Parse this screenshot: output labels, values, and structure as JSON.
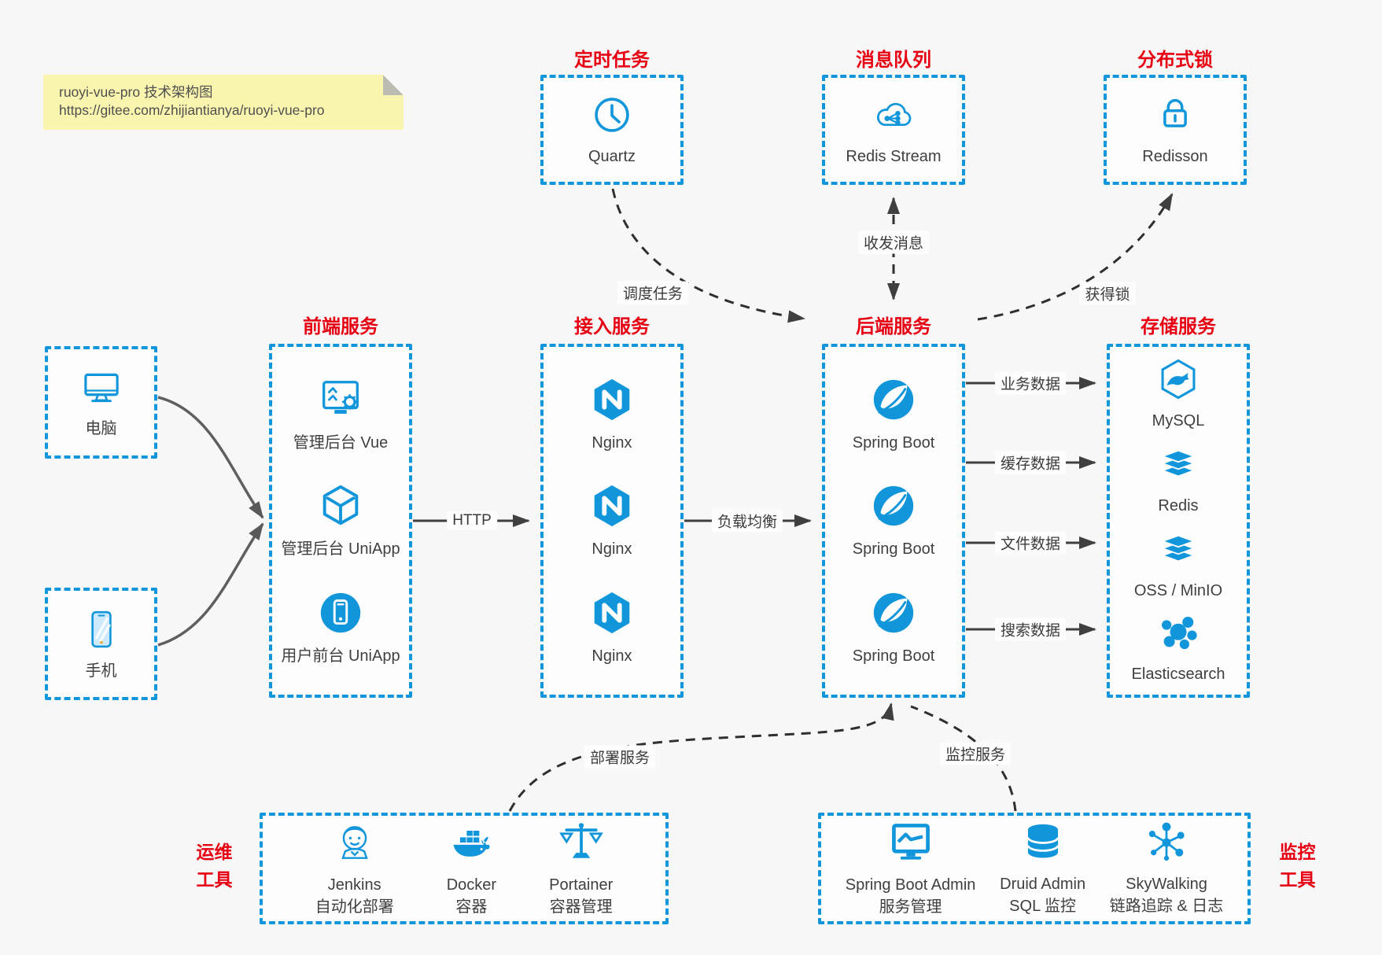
{
  "note": {
    "line1": "ruoyi-vue-pro 技术架构图",
    "line2": "https://gitee.com/zhijiantianya/ruoyi-vue-pro"
  },
  "colors": {
    "accent_blue": "#1296db",
    "title_red": "#e60012",
    "arrow_dark": "#3f3f3f",
    "note_yellow": "#faf5ae",
    "background": "#f7f7f8"
  },
  "top": [
    {
      "title": "定时任务",
      "items": [
        {
          "label": "Quartz",
          "icon": "clock-icon"
        }
      ]
    },
    {
      "title": "消息队列",
      "items": [
        {
          "label": "Redis Stream",
          "icon": "cloud-stream-icon"
        }
      ]
    },
    {
      "title": "分布式锁",
      "items": [
        {
          "label": "Redisson",
          "icon": "lock-icon"
        }
      ]
    }
  ],
  "clients": [
    {
      "label": "电脑",
      "icon": "desktop-icon"
    },
    {
      "label": "手机",
      "icon": "phone-icon"
    }
  ],
  "frontend": {
    "title": "前端服务",
    "items": [
      {
        "label": "管理后台 Vue",
        "icon": "admin-vue-icon"
      },
      {
        "label": "管理后台 UniApp",
        "icon": "uniapp-cube-icon"
      },
      {
        "label": "用户前台 UniApp",
        "icon": "user-app-icon"
      }
    ]
  },
  "gateway": {
    "title": "接入服务",
    "items": [
      {
        "label": "Nginx",
        "icon": "nginx-icon"
      },
      {
        "label": "Nginx",
        "icon": "nginx-icon"
      },
      {
        "label": "Nginx",
        "icon": "nginx-icon"
      }
    ]
  },
  "backend": {
    "title": "后端服务",
    "items": [
      {
        "label": "Spring Boot",
        "icon": "spring-boot-icon"
      },
      {
        "label": "Spring Boot",
        "icon": "spring-boot-icon"
      },
      {
        "label": "Spring Boot",
        "icon": "spring-boot-icon"
      }
    ]
  },
  "storage": {
    "title": "存储服务",
    "items": [
      {
        "label": "MySQL",
        "icon": "mysql-icon"
      },
      {
        "label": "Redis",
        "icon": "redis-stack-icon"
      },
      {
        "label": "OSS / MinIO",
        "icon": "oss-stack-icon"
      },
      {
        "label": "Elasticsearch",
        "icon": "elasticsearch-icon"
      }
    ]
  },
  "ops": {
    "side_line1": "运维",
    "side_line2": "工具",
    "items": [
      {
        "name": "Jenkins",
        "sub": "自动化部署",
        "icon": "jenkins-icon"
      },
      {
        "name": "Docker",
        "sub": "容器",
        "icon": "docker-icon"
      },
      {
        "name": "Portainer",
        "sub": "容器管理",
        "icon": "portainer-icon"
      }
    ]
  },
  "monitoring": {
    "side_line1": "监控",
    "side_line2": "工具",
    "items": [
      {
        "name": "Spring Boot Admin",
        "sub": "服务管理",
        "icon": "spring-boot-admin-icon"
      },
      {
        "name": "Druid Admin",
        "sub": "SQL 监控",
        "icon": "druid-icon"
      },
      {
        "name": "SkyWalking",
        "sub": "链路追踪 & 日志",
        "icon": "skywalking-icon"
      }
    ]
  },
  "edges": {
    "http": "HTTP",
    "load_balance": "负载均衡",
    "business": "业务数据",
    "cache": "缓存数据",
    "file": "文件数据",
    "search": "搜索数据",
    "schedule": "调度任务",
    "message": "收发消息",
    "lock": "获得锁",
    "deploy": "部署服务",
    "monitor": "监控服务"
  }
}
